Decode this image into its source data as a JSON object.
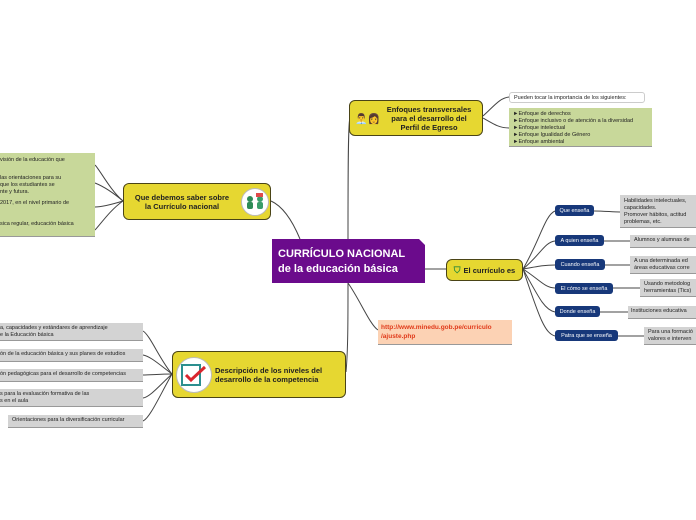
{
  "central": {
    "title_line1": "CURRÍCULO NACIONAL",
    "title_line2": "de la educación básica"
  },
  "enfoques": {
    "title_line1": "Enfoques transversales",
    "title_line2": "para el desarrollo del",
    "title_line3": "Perfil de Egreso",
    "note": "Pueden tocar la importancia de los siguientes:",
    "items": [
      "►Enfoque de derechos",
      "►Enfoque inclusivo o de atención a la diversidad",
      "►Enfoque intelectual",
      "►Enfoque Igualidad de Género",
      "►Enfoque ambiental"
    ]
  },
  "saber": {
    "title_line1": "Que debemos saber sobre",
    "title_line2": "la Currículo nacional",
    "notes": [
      "visión de la educación que",
      "las orientaciones para su",
      "que los estudiantes se",
      "nte y futura.",
      "2017, en el nivel primario de",
      "sica regular, educación básica"
    ]
  },
  "curriculo": {
    "title": "El currículo es",
    "branches": [
      {
        "label": "Que enseña",
        "note_lines": [
          "Habilidades intelectuales,",
          "capacidades.",
          "Promover hábitos, actitud",
          "problemas, etc."
        ]
      },
      {
        "label": "A quien enseña",
        "note_lines": [
          "Alumnos y alumnas de"
        ]
      },
      {
        "label": "Cuando enseña",
        "note_lines": [
          "A una determinada ed",
          "áreas educativas corre"
        ]
      },
      {
        "label": "El cómo se enseña",
        "note_lines": [
          "Usando metodolog",
          "herramientas (Tics)"
        ]
      },
      {
        "label": "Donde enseña",
        "note_lines": [
          "Instituciones educativa"
        ]
      },
      {
        "label": "Patra que se enseña",
        "note_lines": [
          "Para una formació",
          "valores e interven"
        ]
      }
    ]
  },
  "link": {
    "line1": "http://www.minedu.gob.pe/curriculo",
    "line2": "/ajuste.php"
  },
  "niveles": {
    "title_line1": "Descripción de los niveles del",
    "title_line2": "desarrollo de la competencia",
    "items": [
      {
        "lines": [
          "a, capacidades y estándares de aprendizaje",
          "e la Educación básica"
        ]
      },
      {
        "lines": [
          "ón de la educación básica y sus planes de estudios"
        ]
      },
      {
        "lines": [
          "ón pedagógicas para el desarrollo de competencias"
        ]
      },
      {
        "lines": [
          "s para la evaluación formativa de las",
          "s en el aula"
        ]
      },
      {
        "lines": [
          "Orientaciones para la diversificación curricular"
        ]
      }
    ]
  },
  "colors": {
    "central": "#6b0b8c",
    "topic": "#e6d731",
    "navy": "#17387a",
    "green_note": "#c8d89a",
    "grey_note": "#d3d3d3",
    "url_bg": "#fcd2b4",
    "url_text": "#e03a1a"
  }
}
